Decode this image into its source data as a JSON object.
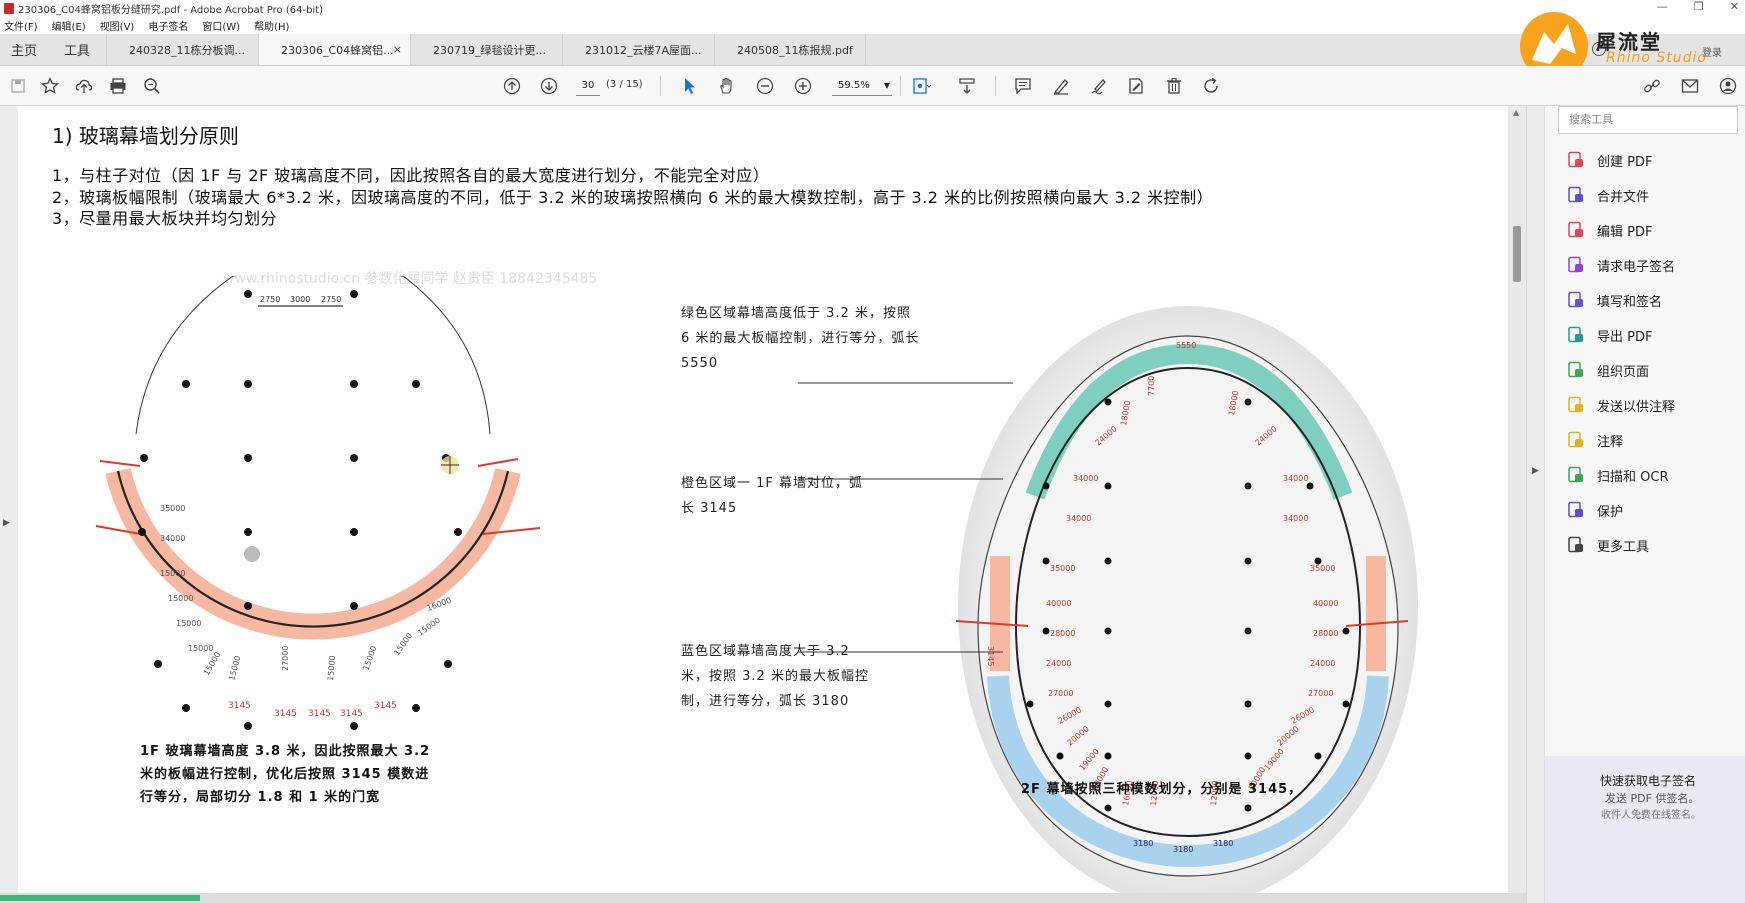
{
  "window": {
    "title": "230306_C04蜂窝铝板分缝研究.pdf - Adobe Acrobat Pro (64-bit)"
  },
  "menu": [
    "文件(F)",
    "编辑(E)",
    "视图(V)",
    "电子签名",
    "窗口(W)",
    "帮助(H)"
  ],
  "tabs": {
    "home": "主页",
    "tools": "工具",
    "documents": [
      {
        "label": "240328_11栋分板调...",
        "active": false
      },
      {
        "label": "230306_C04蜂窝铝...",
        "active": true
      },
      {
        "label": "230719_绿毯设计更...",
        "active": false
      },
      {
        "label": "231012_云楼7A屋面...",
        "active": false
      },
      {
        "label": "240508_11栋报规.pdf",
        "active": false
      }
    ],
    "close_glyph": "×"
  },
  "branding": {
    "name": "犀流堂",
    "subtitle": "Rhino Studio",
    "login": "登录",
    "help": "?"
  },
  "toolbar": {
    "page_number": "30",
    "page_count": "(3 / 15)",
    "zoom": "59.5%"
  },
  "document": {
    "heading": "1) 玻璃幕墙划分原则",
    "rules": [
      "1，与柱子对位（因 1F 与 2F 玻璃高度不同，因此按照各自的最大宽度进行划分，不能完全对应）",
      "2，玻璃板幅限制（玻璃最大 6*3.2 米，因玻璃高度的不同，低于 3.2 米的玻璃按照横向 6 米的最大模数控制，高于 3.2 米的比例按照横向最大 3.2 米控制）",
      "3，尽量用最大板块并均匀划分"
    ],
    "watermark": "www.rhinostudio.cn  参数化犀同学 赵贵臣 18842345485",
    "annotations": {
      "green": [
        "绿色区域幕墙高度低于 3.2 米，按照",
        "6 米的最大板幅控制，进行等分，弧长",
        "5550"
      ],
      "orange": [
        "橙色区域一 1F 幕墙对位，弧",
        "长 3145"
      ],
      "blue": [
        "蓝色区域幕墙高度大于 3.2",
        "米，按照 3.2 米的最大板幅控",
        "制，进行等分，弧长 3180"
      ]
    },
    "caption_1f": [
      "1F 玻璃幕墙高度 3.8 米，因此按照最大 3.2",
      "米的板幅进行控制，优化后按照 3145 模数进",
      "行等分，局部切分 1.8 和 1 米的门宽"
    ],
    "caption_2f": "2F 幕墙按照三种模数划分，分别是 3145，",
    "plan_1f": {
      "top_dims": [
        "2750",
        "3000",
        "2750"
      ],
      "module": "3145",
      "radii": [
        "35000",
        "34000",
        "15000",
        "15000",
        "15000",
        "15000",
        "15000",
        "15000",
        "27000",
        "15000",
        "15000",
        "15000",
        "15000",
        "16000"
      ]
    },
    "plan_2f": {
      "green_module": "5550",
      "orange_module": "3145",
      "blue_module": "3180",
      "radii": [
        "7700",
        "18000",
        "18000",
        "24000",
        "24000",
        "34000",
        "34000",
        "34000",
        "34000",
        "35000",
        "35000",
        "40000",
        "40000",
        "28000",
        "28000",
        "24000",
        "24000",
        "27000",
        "27000",
        "26000",
        "26000",
        "20000",
        "20000",
        "19000",
        "19000",
        "20000",
        "20000",
        "16000",
        "12000",
        "12000"
      ]
    }
  },
  "right_panel": {
    "search_placeholder": "搜索工具",
    "tools": [
      {
        "label": "创建 PDF",
        "icon": "create-pdf-icon",
        "color": "#e0465a"
      },
      {
        "label": "合并文件",
        "icon": "combine-files-icon",
        "color": "#5a4fcf"
      },
      {
        "label": "编辑 PDF",
        "icon": "edit-pdf-icon",
        "color": "#e0465a"
      },
      {
        "label": "请求电子签名",
        "icon": "request-signature-icon",
        "color": "#9a3fcf"
      },
      {
        "label": "填写和签名",
        "icon": "fill-sign-icon",
        "color": "#6a4fcf"
      },
      {
        "label": "导出 PDF",
        "icon": "export-pdf-icon",
        "color": "#1f9a8a"
      },
      {
        "label": "组织页面",
        "icon": "organize-pages-icon",
        "color": "#3aa65a"
      },
      {
        "label": "发送以供注释",
        "icon": "send-comment-icon",
        "color": "#e8b020"
      },
      {
        "label": "注释",
        "icon": "comment-icon",
        "color": "#e8b020"
      },
      {
        "label": "扫描和 OCR",
        "icon": "scan-ocr-icon",
        "color": "#3aa65a"
      },
      {
        "label": "保护",
        "icon": "protect-icon",
        "color": "#5a4fcf"
      },
      {
        "label": "更多工具",
        "icon": "more-tools-icon",
        "color": "#444444"
      }
    ],
    "promo": {
      "title": "快速获取电子签名",
      "line1": "发送 PDF 供签名。",
      "line2": "收件人免费在线签名。"
    }
  },
  "colors": {
    "accent": "#1473e6",
    "green_zone": "#7fcfc0",
    "orange_zone": "#f6b8a0",
    "blue_zone": "#a9d2ee",
    "red_dim": "#d93a2a"
  }
}
